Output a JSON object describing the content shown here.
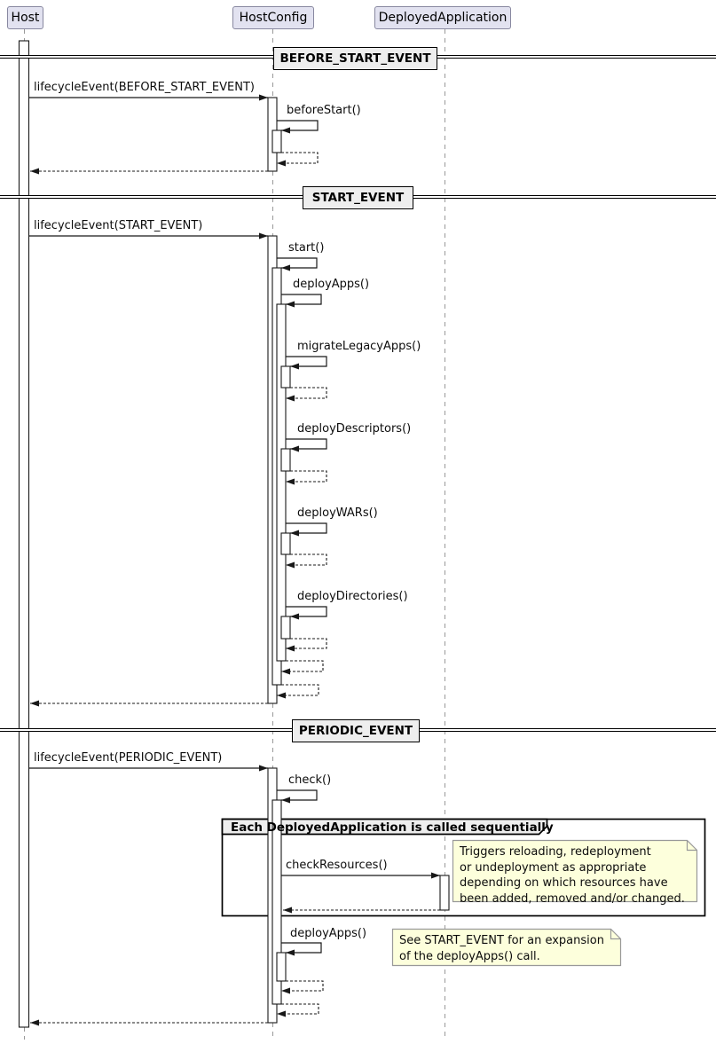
{
  "diagram": {
    "participants": {
      "host": "Host",
      "hostconfig": "HostConfig",
      "deployedapp": "DeployedApplication"
    },
    "dividers": {
      "before_start": "BEFORE_START_EVENT",
      "start": "START_EVENT",
      "periodic": "PERIODIC_EVENT"
    },
    "messages": {
      "lifecycle_before_start": "lifecycleEvent(BEFORE_START_EVENT)",
      "before_start": "beforeStart()",
      "lifecycle_start": "lifecycleEvent(START_EVENT)",
      "start": "start()",
      "deploy_apps_1": "deployApps()",
      "migrate_legacy_apps": "migrateLegacyApps()",
      "deploy_descriptors": "deployDescriptors()",
      "deploy_wars": "deployWARs()",
      "deploy_directories": "deployDirectories()",
      "lifecycle_periodic": "lifecycleEvent(PERIODIC_EVENT)",
      "check": "check()",
      "check_resources": "checkResources()",
      "deploy_apps_2": "deployApps()"
    },
    "frame": {
      "title": "Each DeployedApplication is called sequentially"
    },
    "notes": {
      "check_resources_note": "Triggers reloading, redeployment\nor undeployment as appropriate\ndepending on which resources have\nbeen added, removed and/or changed.",
      "deploy_apps_note": "See START_EVENT for an expansion\nof the deployApps() call."
    },
    "colors": {
      "participant_fill": "#E2E2F0",
      "note_fill": "#FDFFDC",
      "divider_fill": "#EEEEEE",
      "frame_title_fill": "#EEEEEE",
      "line": "#181818",
      "lifeline": "#999999"
    }
  }
}
